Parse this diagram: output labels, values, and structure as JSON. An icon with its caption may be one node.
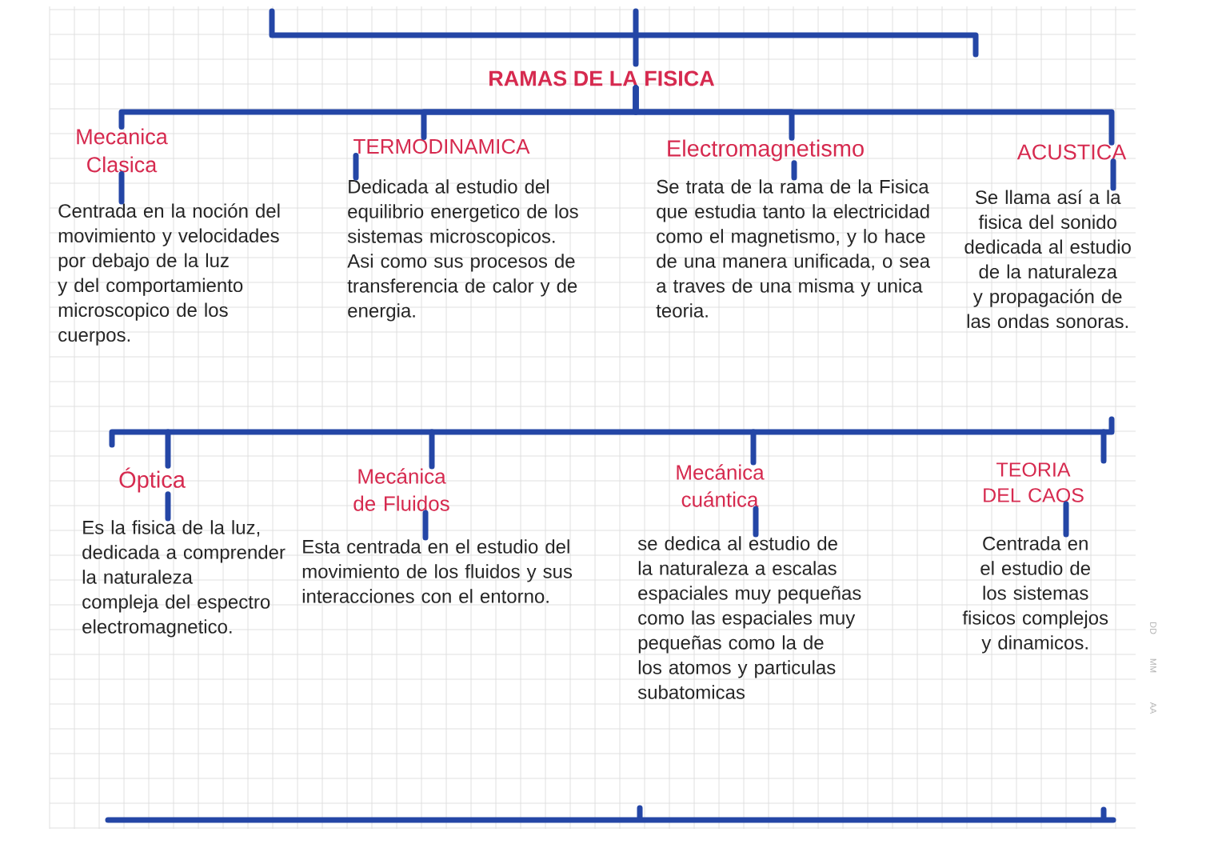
{
  "diagram": {
    "nodes": [
      {
        "text": [
          "RAMAS DE LA FISICA"
        ]
      },
      {
        "text": [
          "Mecanica Clasica"
        ]
      },
      {
        "text": [
          "Centrada en la noción del movimiento y velocidades por debajo de la luz y del comportamiento microscopico de los cuerpos."
        ]
      },
      {
        "text": [
          "TERMODINAMICA"
        ]
      },
      {
        "text": [
          "Dedicada al estudio del equilibrio energetico de los sistemas microscopicos. Asi como sus procesos de transferencia de calor y de energia."
        ]
      },
      {
        "text": [
          "Electromagnetismo"
        ]
      },
      {
        "text": [
          "Se trata de la rama de la Fisica que estudia tanto la electricidad como el magnetismo, y lo hace de una manera unificada, o sea a traves de una misma y unica teoria."
        ]
      },
      {
        "text": [
          "ACUSTICA"
        ]
      },
      {
        "text": [
          "Se llama así a la fisica del sonido dedicada al estudio de la naturaleza y propagación de las ondas sonoras."
        ]
      },
      {
        "text": [
          "Óptica"
        ]
      },
      {
        "text": [
          "Es la fisica de la luz, dedicada a comprender la naturaleza compleja del espectro electromagnetico."
        ]
      },
      {
        "text": [
          "Mecánica de Fluidos"
        ]
      },
      {
        "text": [
          "Esta centrada en el estudio del movimiento de los fluidos y sus interacciones con el entorno."
        ]
      },
      {
        "text": [
          "Mecánica cuántica"
        ]
      },
      {
        "text": [
          "se dedica al estudio de la naturaleza a escalas espaciales muy pequeñas como las espaciales muy pequeñas como la de los atomos y particulas subatomicas"
        ]
      },
      {
        "text": [
          "TEORIA DEL CAOS"
        ]
      },
      {
        "text": [
          "Centrada en el estudio de los sistemas fisicos complejos y dinamicos."
        ]
      }
    ],
    "edges": [
      {
        "from": 0,
        "to": 1,
        "arrow": "none"
      },
      {
        "from": 0,
        "to": 3,
        "arrow": "none"
      },
      {
        "from": 0,
        "to": 5,
        "arrow": "none"
      },
      {
        "from": 0,
        "to": 7,
        "arrow": "none"
      },
      {
        "from": 1,
        "to": 2,
        "arrow": "none"
      },
      {
        "from": 3,
        "to": 4,
        "arrow": "none"
      },
      {
        "from": 5,
        "to": 6,
        "arrow": "none"
      },
      {
        "from": 7,
        "to": 8,
        "arrow": "none"
      },
      {
        "from": null,
        "to": 9,
        "arrow": "none"
      },
      {
        "from": null,
        "to": 11,
        "arrow": "none"
      },
      {
        "from": null,
        "to": 13,
        "arrow": "none"
      },
      {
        "from": null,
        "to": 15,
        "arrow": "none"
      },
      {
        "from": 9,
        "to": 10,
        "arrow": "none"
      },
      {
        "from": 11,
        "to": 12,
        "arrow": "none"
      },
      {
        "from": 13,
        "to": 14,
        "arrow": "none"
      },
      {
        "from": 15,
        "to": 16,
        "arrow": "none"
      }
    ],
    "labels": [
      "DD",
      "MM",
      "AA"
    ]
  }
}
